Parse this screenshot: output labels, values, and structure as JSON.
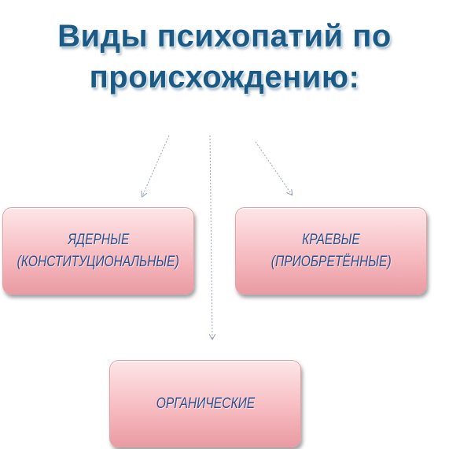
{
  "title": {
    "line1": "Виды психопатий по",
    "line2": "происхождению:"
  },
  "boxes": {
    "left": {
      "line1": "ЯДЕРНЫЕ",
      "line2": "(КОНСТИТУЦИОНАЛЬНЫЕ)"
    },
    "right": {
      "line1": "КРАЕВЫЕ",
      "line2": "(ПРИОБРЕТЁННЫЕ)"
    },
    "bottom": {
      "line1": "ОРГАНИЧЕСКИЕ"
    }
  },
  "colors": {
    "title": "#1c5a86",
    "box_text": "#2f4d8a",
    "box_fill": "#f6bcc1",
    "arrow": "#9aa9bb"
  }
}
